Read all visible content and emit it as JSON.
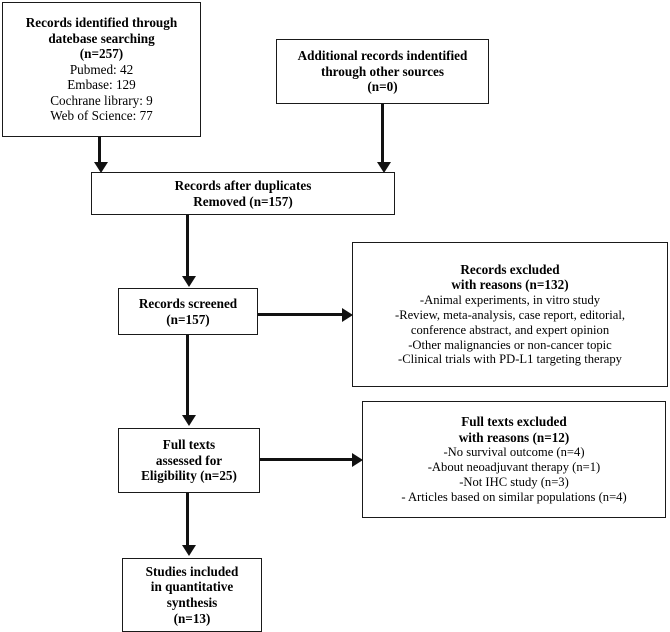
{
  "diagram": {
    "title": "PRISMA study selection flow diagram",
    "type": "flowchart",
    "line_color": "#111111",
    "box_border_color": "#1a1a1a",
    "background": "#ffffff",
    "boxes": {
      "identified": {
        "name": "records-identified-box",
        "lines": [
          "Records identified through",
          "datebase searching",
          "(n=257)",
          "Pubmed: 42",
          "Embase: 129",
          "Cochrane library: 9",
          "Web of Science: 77"
        ]
      },
      "additional": {
        "name": "additional-records-box",
        "lines": [
          "Additional records indentified",
          "through other sources",
          "(n=0)"
        ]
      },
      "duplicates": {
        "name": "records-after-duplicates-box",
        "lines": [
          "Records after duplicates",
          "Removed (n=157)"
        ]
      },
      "screened": {
        "name": "records-screened-box",
        "lines": [
          "Records screened",
          "(n=157)"
        ]
      },
      "records_excluded": {
        "name": "records-excluded-box",
        "lines": [
          "Records excluded",
          "with reasons (n=132)",
          "-Animal experiments, in vitro study",
          "-Review, meta-analysis, case report, editorial,",
          "conference abstract, and expert opinion",
          "-Other malignancies or non-cancer topic",
          "-Clinical trials with PD-L1 targeting therapy"
        ]
      },
      "fulltext": {
        "name": "full-texts-assessed-box",
        "lines": [
          "Full texts",
          "assessed for",
          "Eligibility (n=25)"
        ]
      },
      "fulltext_excluded": {
        "name": "full-texts-excluded-box",
        "lines": [
          "Full texts excluded",
          "with reasons (n=12)",
          "-No survival outcome (n=4)",
          "-About neoadjuvant therapy (n=1)",
          "-Not IHC study (n=3)",
          "- Articles based on similar populations (n=4)"
        ]
      },
      "included": {
        "name": "studies-included-box",
        "lines": [
          "Studies included",
          "in quantitative",
          "synthesis",
          "(n=13)"
        ]
      }
    },
    "counts": {
      "identified_total": 257,
      "pubmed": 42,
      "embase": 129,
      "cochrane": 9,
      "web_of_science": 77,
      "additional": 0,
      "after_duplicates": 157,
      "screened": 157,
      "records_excluded": 132,
      "full_texts_assessed": 25,
      "full_texts_excluded": 12,
      "no_survival_outcome": 4,
      "neoadjuvant": 1,
      "not_ihc": 3,
      "similar_populations": 4,
      "included": 13
    }
  }
}
